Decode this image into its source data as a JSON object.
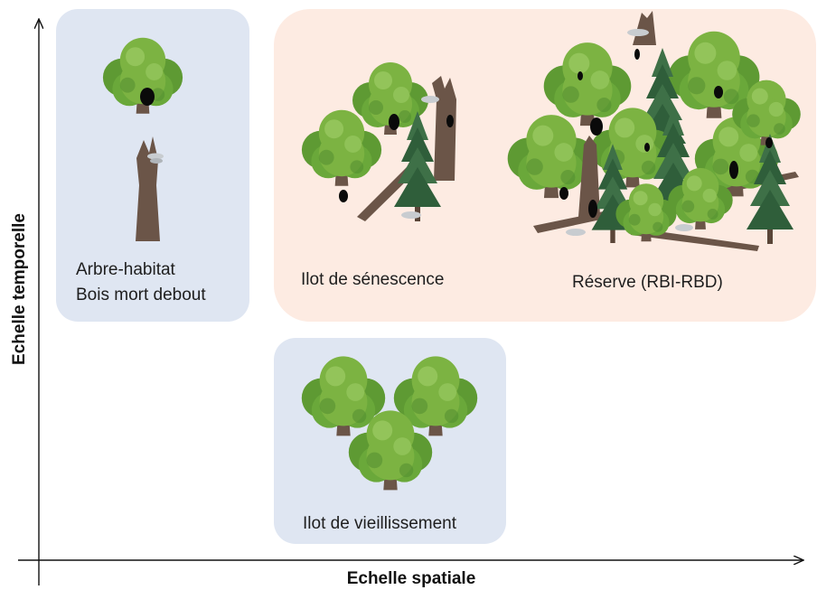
{
  "axes": {
    "x_label": "Echelle spatiale",
    "y_label": "Echelle temporelle"
  },
  "panels": {
    "arbre_habitat": {
      "line1": "Arbre-habitat",
      "line2": "Bois mort debout",
      "color": "#dfe6f2"
    },
    "ilot_senescence": {
      "label": "Ilot de sénescence",
      "color": "#fdebe2"
    },
    "reserve": {
      "label": "Réserve (RBI-RBD)",
      "color": "#fdebe2"
    },
    "ilot_vieillissement": {
      "label": "Ilot de vieillissement",
      "color": "#dfe6f2"
    }
  },
  "illustration_colors": {
    "deciduous_foliage": "#7cb342",
    "foliage_dark": "#4e8a2e",
    "conifer": "#2f5e3a",
    "trunk": "#6b5548",
    "cavity": "#0a0a0a",
    "fungus": "#c8ccd0"
  }
}
